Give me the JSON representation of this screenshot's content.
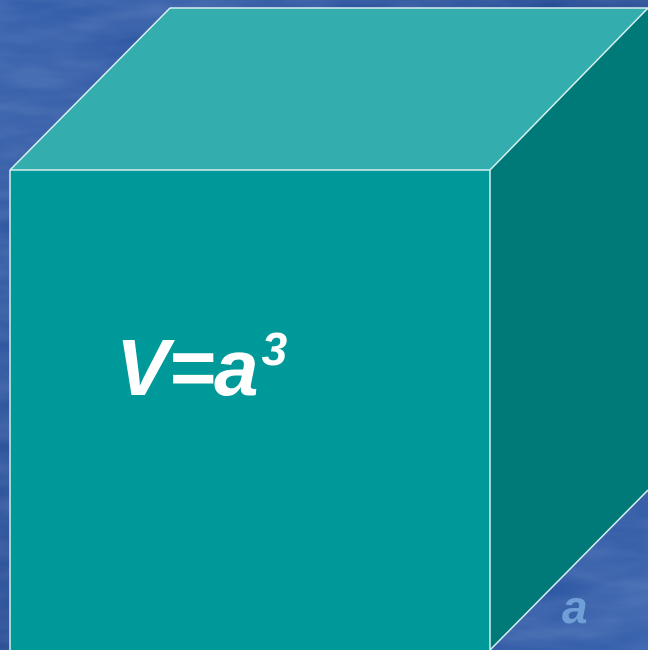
{
  "formula": {
    "lhs": "V",
    "equals": "=",
    "base": "a",
    "exponent": "3"
  },
  "edge_label": "a",
  "colors": {
    "background": "#1f4690",
    "background_light": "#2e5aa8",
    "front_face": "#009999",
    "top_face": "#33adad",
    "side_face": "#007a78",
    "edge_stroke": "#d8f0f0",
    "formula_text": "#ffffff",
    "edge_label_text": "#6f9fd6"
  },
  "icons": {
    "cube": "cube-icon"
  }
}
